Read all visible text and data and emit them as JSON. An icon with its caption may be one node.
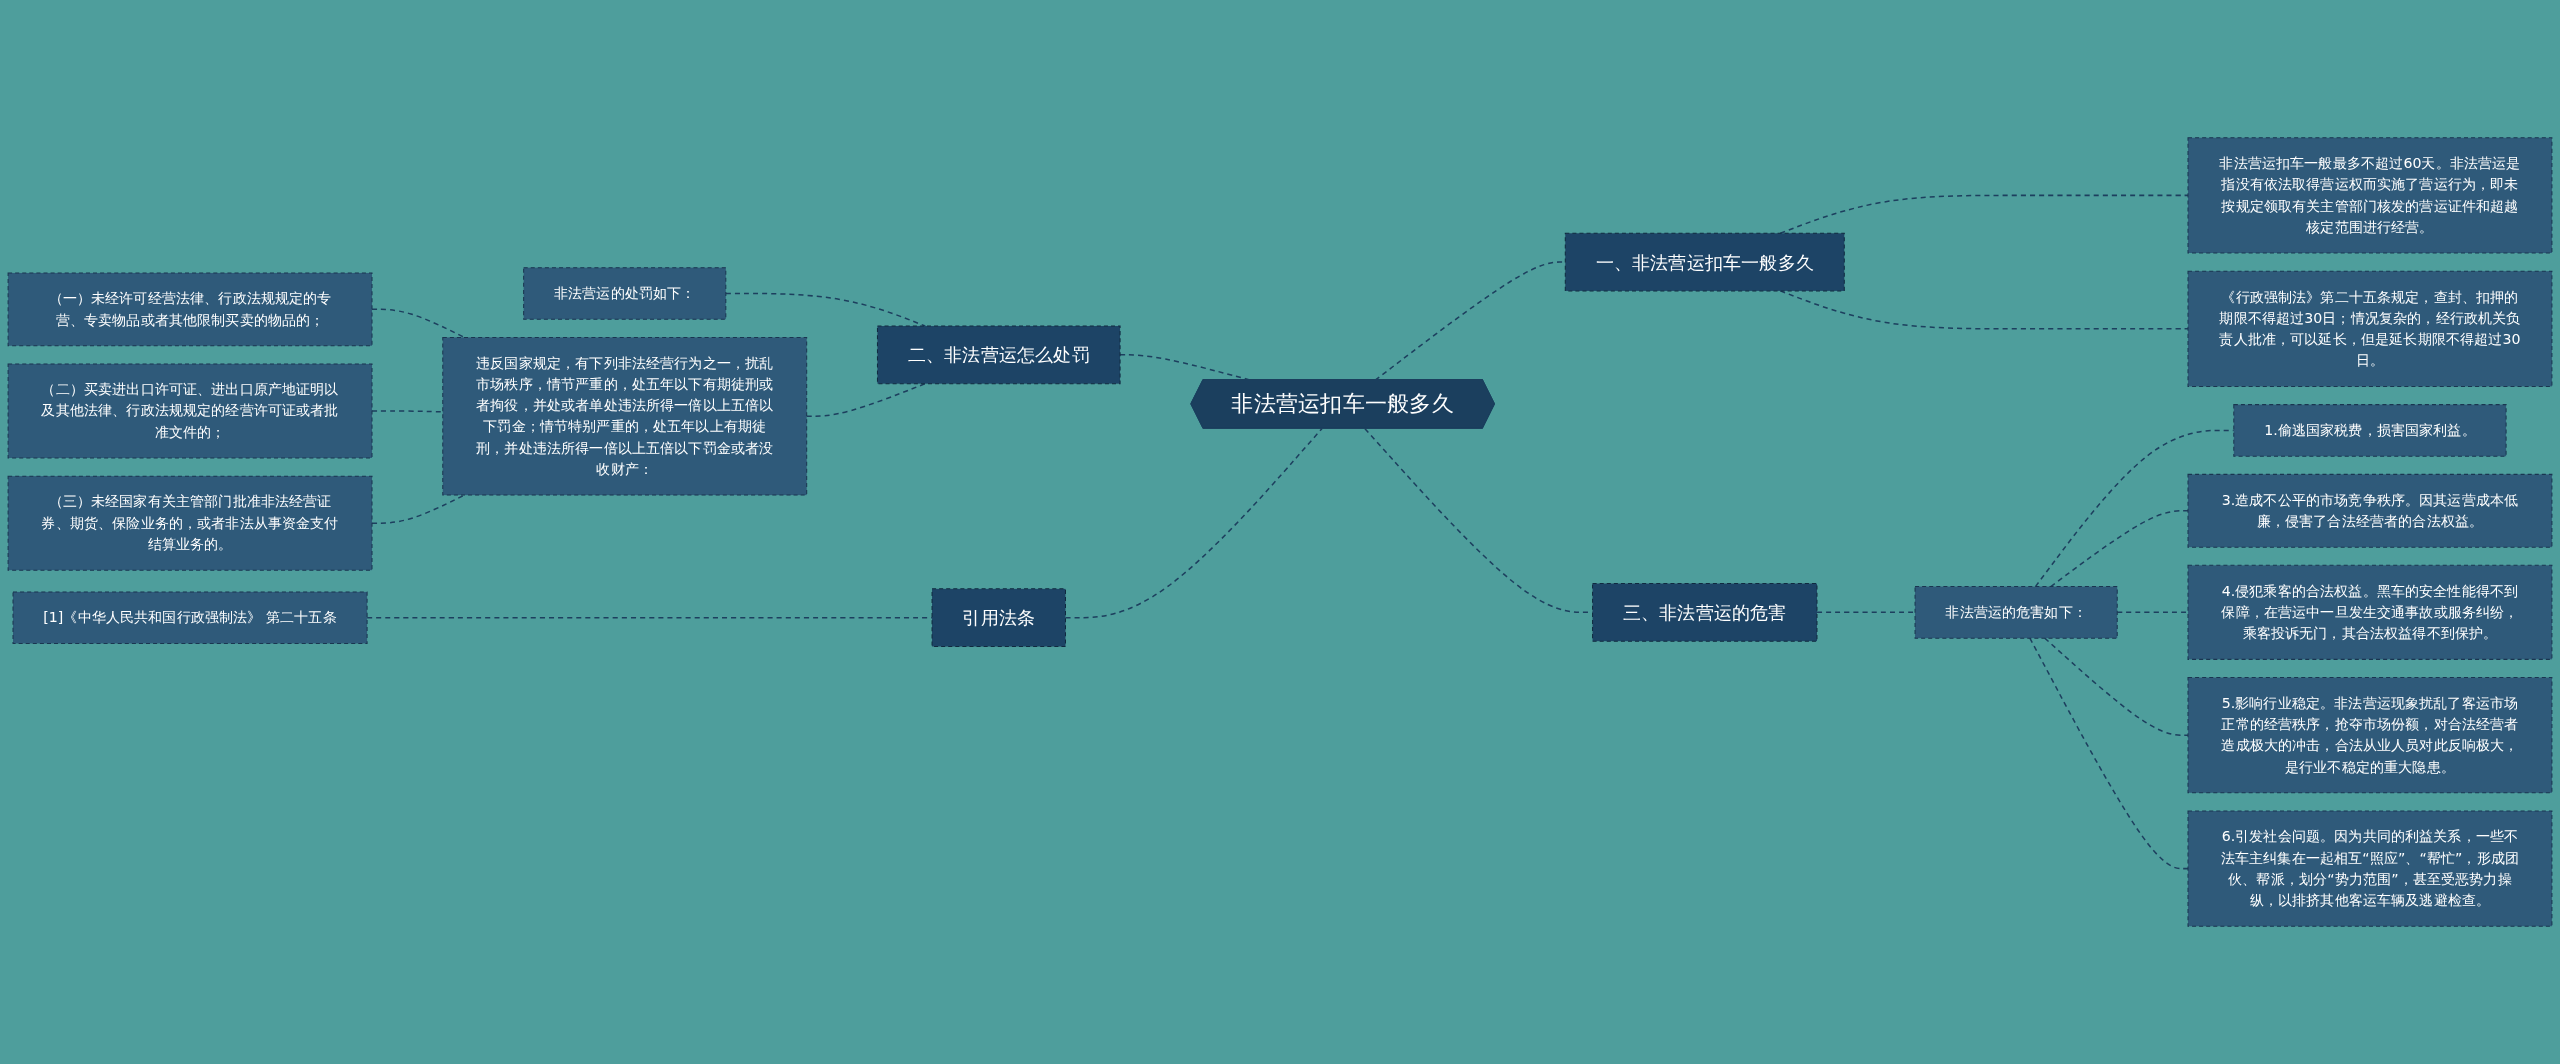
{
  "diagram": {
    "nodes": [
      {
        "text": [
          "非法营运扣车一般多久"
        ]
      },
      {
        "text": [
          "一、非法营运扣车一般多久"
        ]
      },
      {
        "text": [
          "非法营运扣车一般最多不超过60天。非法营运是指没有依法取得营运权而实施了营运行为，即未按规定领取有关主管部门核发的营运证件和超越核定范围进行经营。"
        ]
      },
      {
        "text": [
          "《行政强制法》第二十五条规定，查封、扣押的期限不得超过30日；情况复杂的，经行政机关负责人批准，可以延长，但是延长期限不得超过30日。"
        ]
      },
      {
        "text": [
          "二、非法营运怎么处罚"
        ]
      },
      {
        "text": [
          "非法营运的处罚如下："
        ]
      },
      {
        "text": [
          "违反国家规定，有下列非法经营行为之一，扰乱市场秩序，情节严重的，处五年以下有期徒刑或者拘役，并处或者单处违法所得一倍以上五倍以下罚金；情节特别严重的，处五年以上有期徒刑，并处违法所得一倍以上五倍以下罚金或者没收财产："
        ]
      },
      {
        "text": [
          "（一）未经许可经营法律、行政法规规定的专营、专卖物品或者其他限制买卖的物品的；"
        ]
      },
      {
        "text": [
          "（二）买卖进出口许可证、进出口原产地证明以及其他法律、行政法规规定的经营许可证或者批准文件的；"
        ]
      },
      {
        "text": [
          "（三）未经国家有关主管部门批准非法经营证券、期货、保险业务的，或者非法从事资金支付结算业务的。"
        ]
      },
      {
        "text": [
          "三、非法营运的危害"
        ]
      },
      {
        "text": [
          "非法营运的危害如下："
        ]
      },
      {
        "text": [
          "1.偷逃国家税费，损害国家利益。"
        ]
      },
      {
        "text": [
          "3.造成不公平的市场竞争秩序。因其运营成本低廉，侵害了合法经营者的合法权益。"
        ]
      },
      {
        "text": [
          "4.侵犯乘客的合法权益。黑车的安全性能得不到保障，在营运中一旦发生交通事故或服务纠纷，乘客投诉无门，其合法权益得不到保护。"
        ]
      },
      {
        "text": [
          "5.影响行业稳定。非法营运现象扰乱了客运市场正常的经营秩序，抢夺市场份额，对合法经营者造成极大的冲击，合法从业人员对此反响极大，是行业不稳定的重大隐患。"
        ]
      },
      {
        "text": [
          "6.引发社会问题。因为共同的利益关系，一些不法车主纠集在一起相互“照应”、“帮忙”，形成团伙、帮派，划分“势力范围”，甚至受恶势力操纵，以排挤其他客运车辆及逃避检查。"
        ]
      },
      {
        "text": [
          "引用法条"
        ]
      },
      {
        "text": [
          "[1]《中华人民共和国行政强制法》 第二十五条"
        ]
      }
    ],
    "edges": [
      {
        "from": 0,
        "to": 1,
        "arrow": "none",
        "style": "dashed"
      },
      {
        "from": 1,
        "to": 2,
        "arrow": "none",
        "style": "dashed"
      },
      {
        "from": 1,
        "to": 3,
        "arrow": "none",
        "style": "dashed"
      },
      {
        "from": 0,
        "to": 4,
        "arrow": "none",
        "style": "dashed"
      },
      {
        "from": 4,
        "to": 5,
        "arrow": "none",
        "style": "dashed"
      },
      {
        "from": 4,
        "to": 6,
        "arrow": "none",
        "style": "dashed"
      },
      {
        "from": 6,
        "to": 7,
        "arrow": "none",
        "style": "dashed"
      },
      {
        "from": 6,
        "to": 8,
        "arrow": "none",
        "style": "dashed"
      },
      {
        "from": 6,
        "to": 9,
        "arrow": "none",
        "style": "dashed"
      },
      {
        "from": 0,
        "to": 10,
        "arrow": "none",
        "style": "dashed"
      },
      {
        "from": 10,
        "to": 11,
        "arrow": "none",
        "style": "dashed"
      },
      {
        "from": 11,
        "to": 12,
        "arrow": "none",
        "style": "dashed"
      },
      {
        "from": 11,
        "to": 13,
        "arrow": "none",
        "style": "dashed"
      },
      {
        "from": 11,
        "to": 14,
        "arrow": "none",
        "style": "dashed"
      },
      {
        "from": 11,
        "to": 15,
        "arrow": "none",
        "style": "dashed"
      },
      {
        "from": 11,
        "to": 16,
        "arrow": "none",
        "style": "dashed"
      },
      {
        "from": 0,
        "to": 17,
        "arrow": "none",
        "style": "dashed"
      },
      {
        "from": 17,
        "to": 18,
        "arrow": "none",
        "style": "dashed"
      }
    ]
  }
}
